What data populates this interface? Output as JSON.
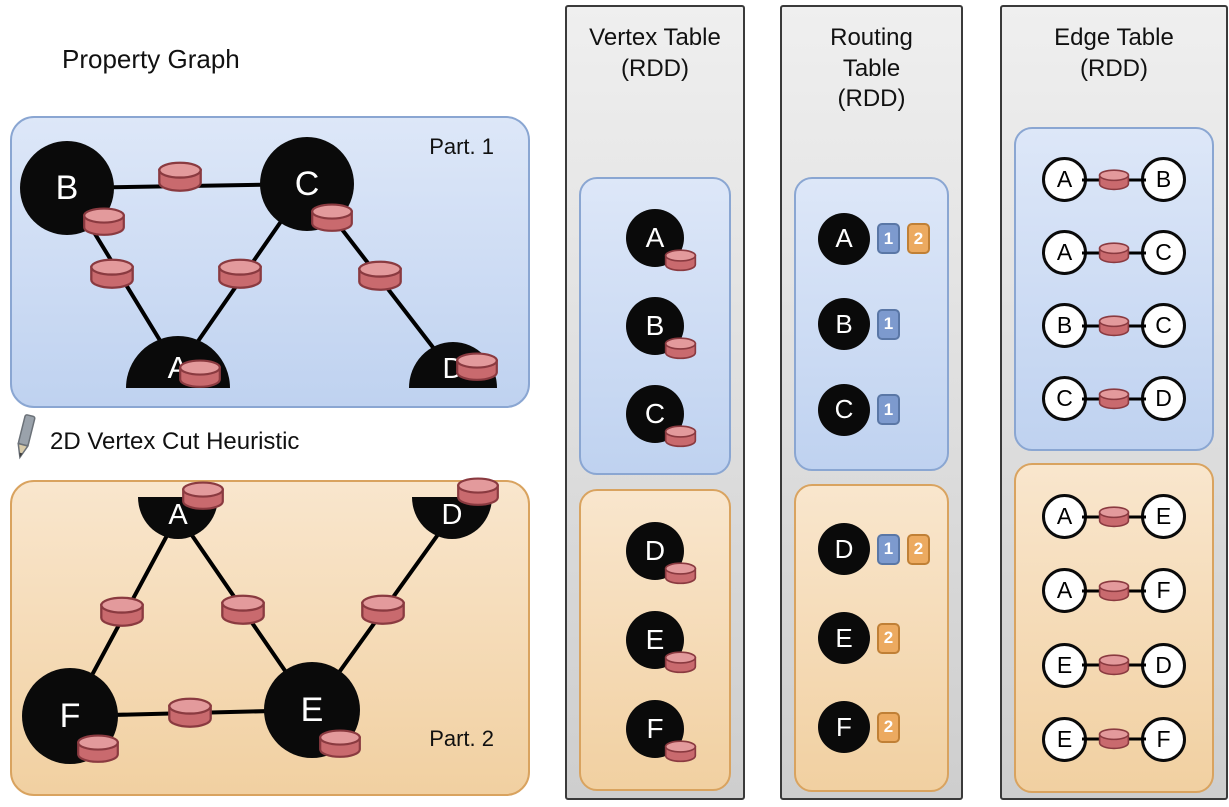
{
  "property_graph": {
    "title": "Property Graph",
    "cut_label": "2D Vertex Cut Heuristic",
    "part1": {
      "label": "Part. 1",
      "vertices": [
        "B",
        "C",
        "A",
        "D"
      ],
      "edges": [
        [
          "B",
          "C"
        ],
        [
          "B",
          "A"
        ],
        [
          "C",
          "A"
        ],
        [
          "C",
          "D"
        ]
      ]
    },
    "part2": {
      "label": "Part. 2",
      "vertices": [
        "A",
        "D",
        "F",
        "E"
      ],
      "edges": [
        [
          "A",
          "F"
        ],
        [
          "A",
          "E"
        ],
        [
          "F",
          "E"
        ],
        [
          "E",
          "D"
        ]
      ]
    }
  },
  "vertex_table": {
    "title": "Vertex Table\n(RDD)",
    "part1": [
      "A",
      "B",
      "C"
    ],
    "part2": [
      "D",
      "E",
      "F"
    ]
  },
  "routing_table": {
    "title": "Routing\nTable\n(RDD)",
    "part1": [
      {
        "vertex": "A",
        "badges": [
          {
            "label": "1",
            "color": "blue"
          },
          {
            "label": "2",
            "color": "orange"
          }
        ]
      },
      {
        "vertex": "B",
        "badges": [
          {
            "label": "1",
            "color": "blue"
          }
        ]
      },
      {
        "vertex": "C",
        "badges": [
          {
            "label": "1",
            "color": "blue"
          }
        ]
      }
    ],
    "part2": [
      {
        "vertex": "D",
        "badges": [
          {
            "label": "1",
            "color": "blue"
          },
          {
            "label": "2",
            "color": "orange"
          }
        ]
      },
      {
        "vertex": "E",
        "badges": [
          {
            "label": "2",
            "color": "orange"
          }
        ]
      },
      {
        "vertex": "F",
        "badges": [
          {
            "label": "2",
            "color": "orange"
          }
        ]
      }
    ]
  },
  "edge_table": {
    "title": "Edge Table\n(RDD)",
    "part1": [
      {
        "src": "A",
        "dst": "B"
      },
      {
        "src": "A",
        "dst": "C"
      },
      {
        "src": "B",
        "dst": "C"
      },
      {
        "src": "C",
        "dst": "D"
      }
    ],
    "part2": [
      {
        "src": "A",
        "dst": "E"
      },
      {
        "src": "A",
        "dst": "F"
      },
      {
        "src": "E",
        "dst": "D"
      },
      {
        "src": "E",
        "dst": "F"
      }
    ]
  },
  "colors": {
    "partition1_fill": "#cedcf5",
    "partition1_border": "#8aa6d2",
    "partition2_fill": "#f6dcb4",
    "partition2_border": "#d9a35f",
    "vertex_fill": "#0a0a0a",
    "cylinder_body": "#c96a6e",
    "cylinder_top": "#e39a9c",
    "badge_blue": "#7d9ace",
    "badge_orange": "#ecaa60",
    "column_fill": "#dcdcdc"
  }
}
